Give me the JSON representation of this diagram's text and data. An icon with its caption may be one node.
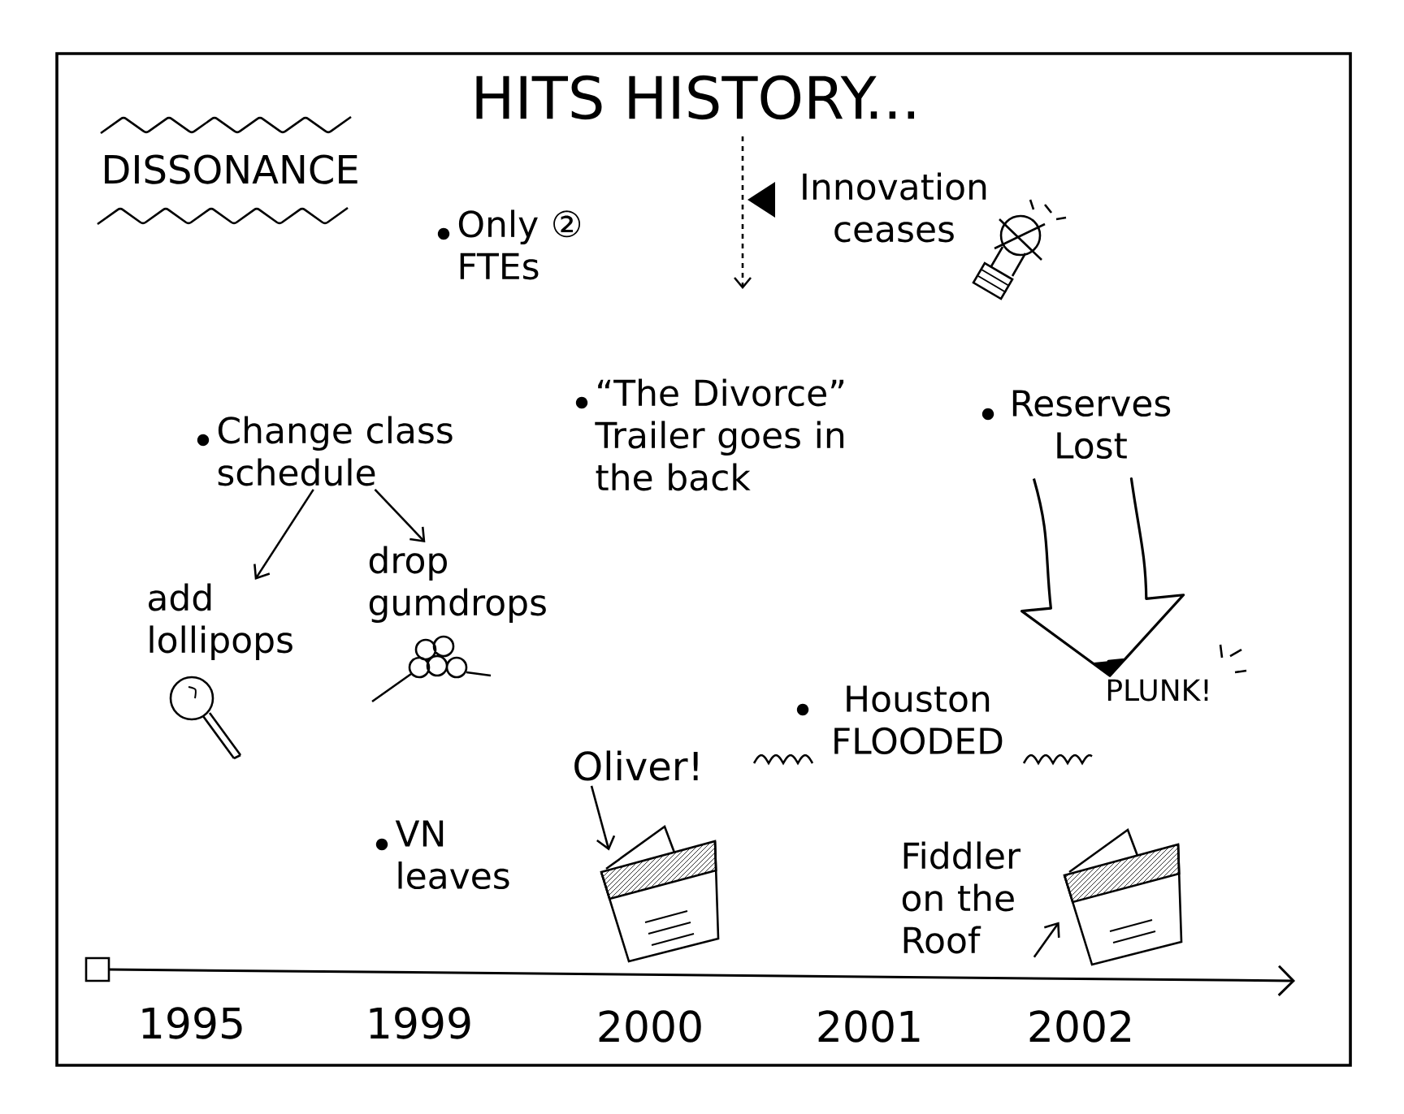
{
  "diagram": {
    "title": "HITS HISTORY...",
    "nodes": [
      {
        "text": [
          "Change class schedule"
        ]
      },
      {
        "text": [
          "add lollipops"
        ]
      },
      {
        "text": [
          "drop gumdrops"
        ]
      },
      {
        "text": [
          "Reserves Lost"
        ]
      },
      {
        "text": [
          "PLUNK!"
        ]
      },
      {
        "text": [
          "Oliver!"
        ]
      },
      {
        "text": [],
        "shape": "picture"
      },
      {
        "text": [
          "Fiddler on the Roof"
        ]
      },
      {
        "text": [],
        "shape": "picture"
      }
    ],
    "edges": [
      {
        "from": 0,
        "to": 1,
        "arrow": "to"
      },
      {
        "from": 0,
        "to": 2,
        "arrow": "to"
      },
      {
        "from": 3,
        "to": 4,
        "arrow": "to"
      },
      {
        "from": 5,
        "to": 6,
        "arrow": "to"
      },
      {
        "from": 7,
        "to": 8,
        "arrow": "to"
      }
    ],
    "labels": [
      "DISSONANCE",
      "Only ② FTEs",
      "Innovation ceases",
      "“The Divorce” Trailer goes in the back",
      "Houston FLOODED",
      "VN leaves",
      "1995",
      "1999",
      "2000",
      "2001",
      "2002"
    ]
  }
}
